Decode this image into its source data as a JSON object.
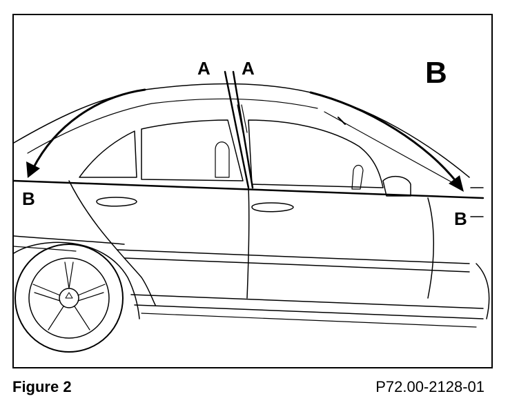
{
  "labels": {
    "a_left": "A",
    "a_right": "A",
    "b_large": "B",
    "b_left": "B",
    "b_right": "B"
  },
  "caption": "Figure 2",
  "figure_code": "P72.00-2128-01"
}
